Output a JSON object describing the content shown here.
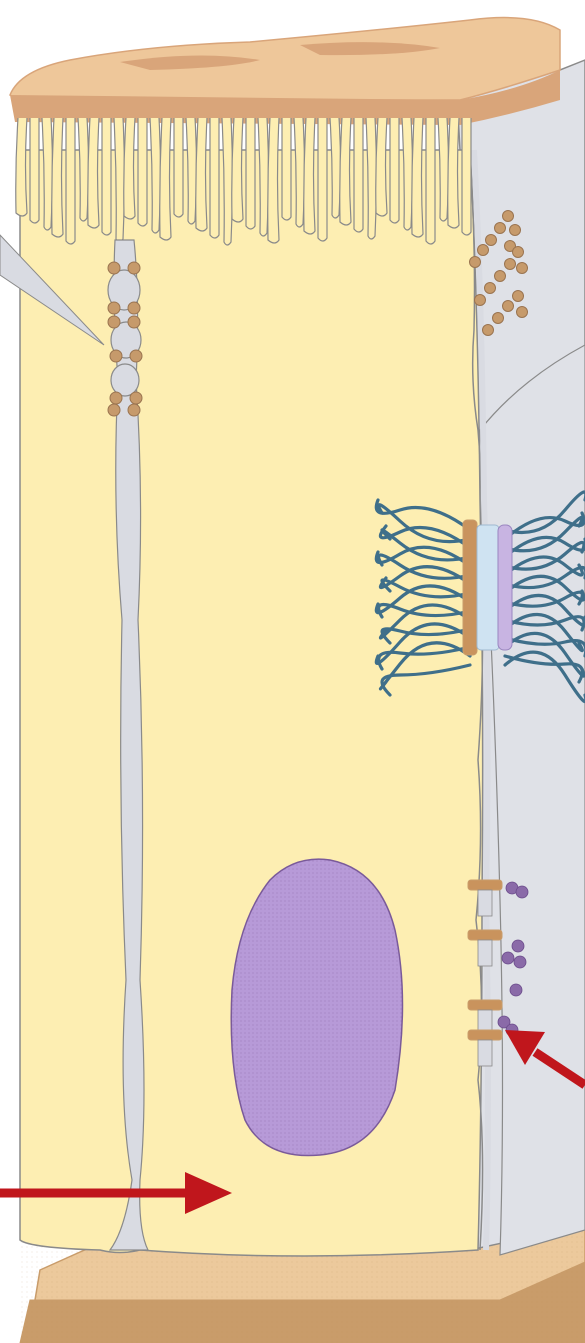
{
  "figure": {
    "subject": "epithelial-cell-junctions-illustration",
    "labels": []
  },
  "colors": {
    "background": "#ffffff",
    "cell_cytoplasm": "#fdeeb2",
    "cell_outline": "#8a8a8a",
    "intercellular_space": "#d9dbe2",
    "neighbor_cell": "#dfe1e7",
    "apical_surface": "#eec79a",
    "apical_shadow": "#d9a57a",
    "basement_membrane": "#ecc99c",
    "basement_membrane_dark": "#c99c6a",
    "nucleus": "#b79ad8",
    "nucleus_outline": "#7a5a9a",
    "tight_junction_beads": "#c69a6b",
    "desmosome_plaque": "#c9935d",
    "desmosome_core": "#c8b4e2",
    "intermediate_filaments": "#3f6f8a",
    "hemidesmosome_beads": "#8a6aa8",
    "arrow": "#c0161c"
  },
  "arrows": [
    {
      "id": "arrow-bottom-left",
      "direction": "right"
    },
    {
      "id": "arrow-bottom-right",
      "direction": "up-left"
    }
  ]
}
